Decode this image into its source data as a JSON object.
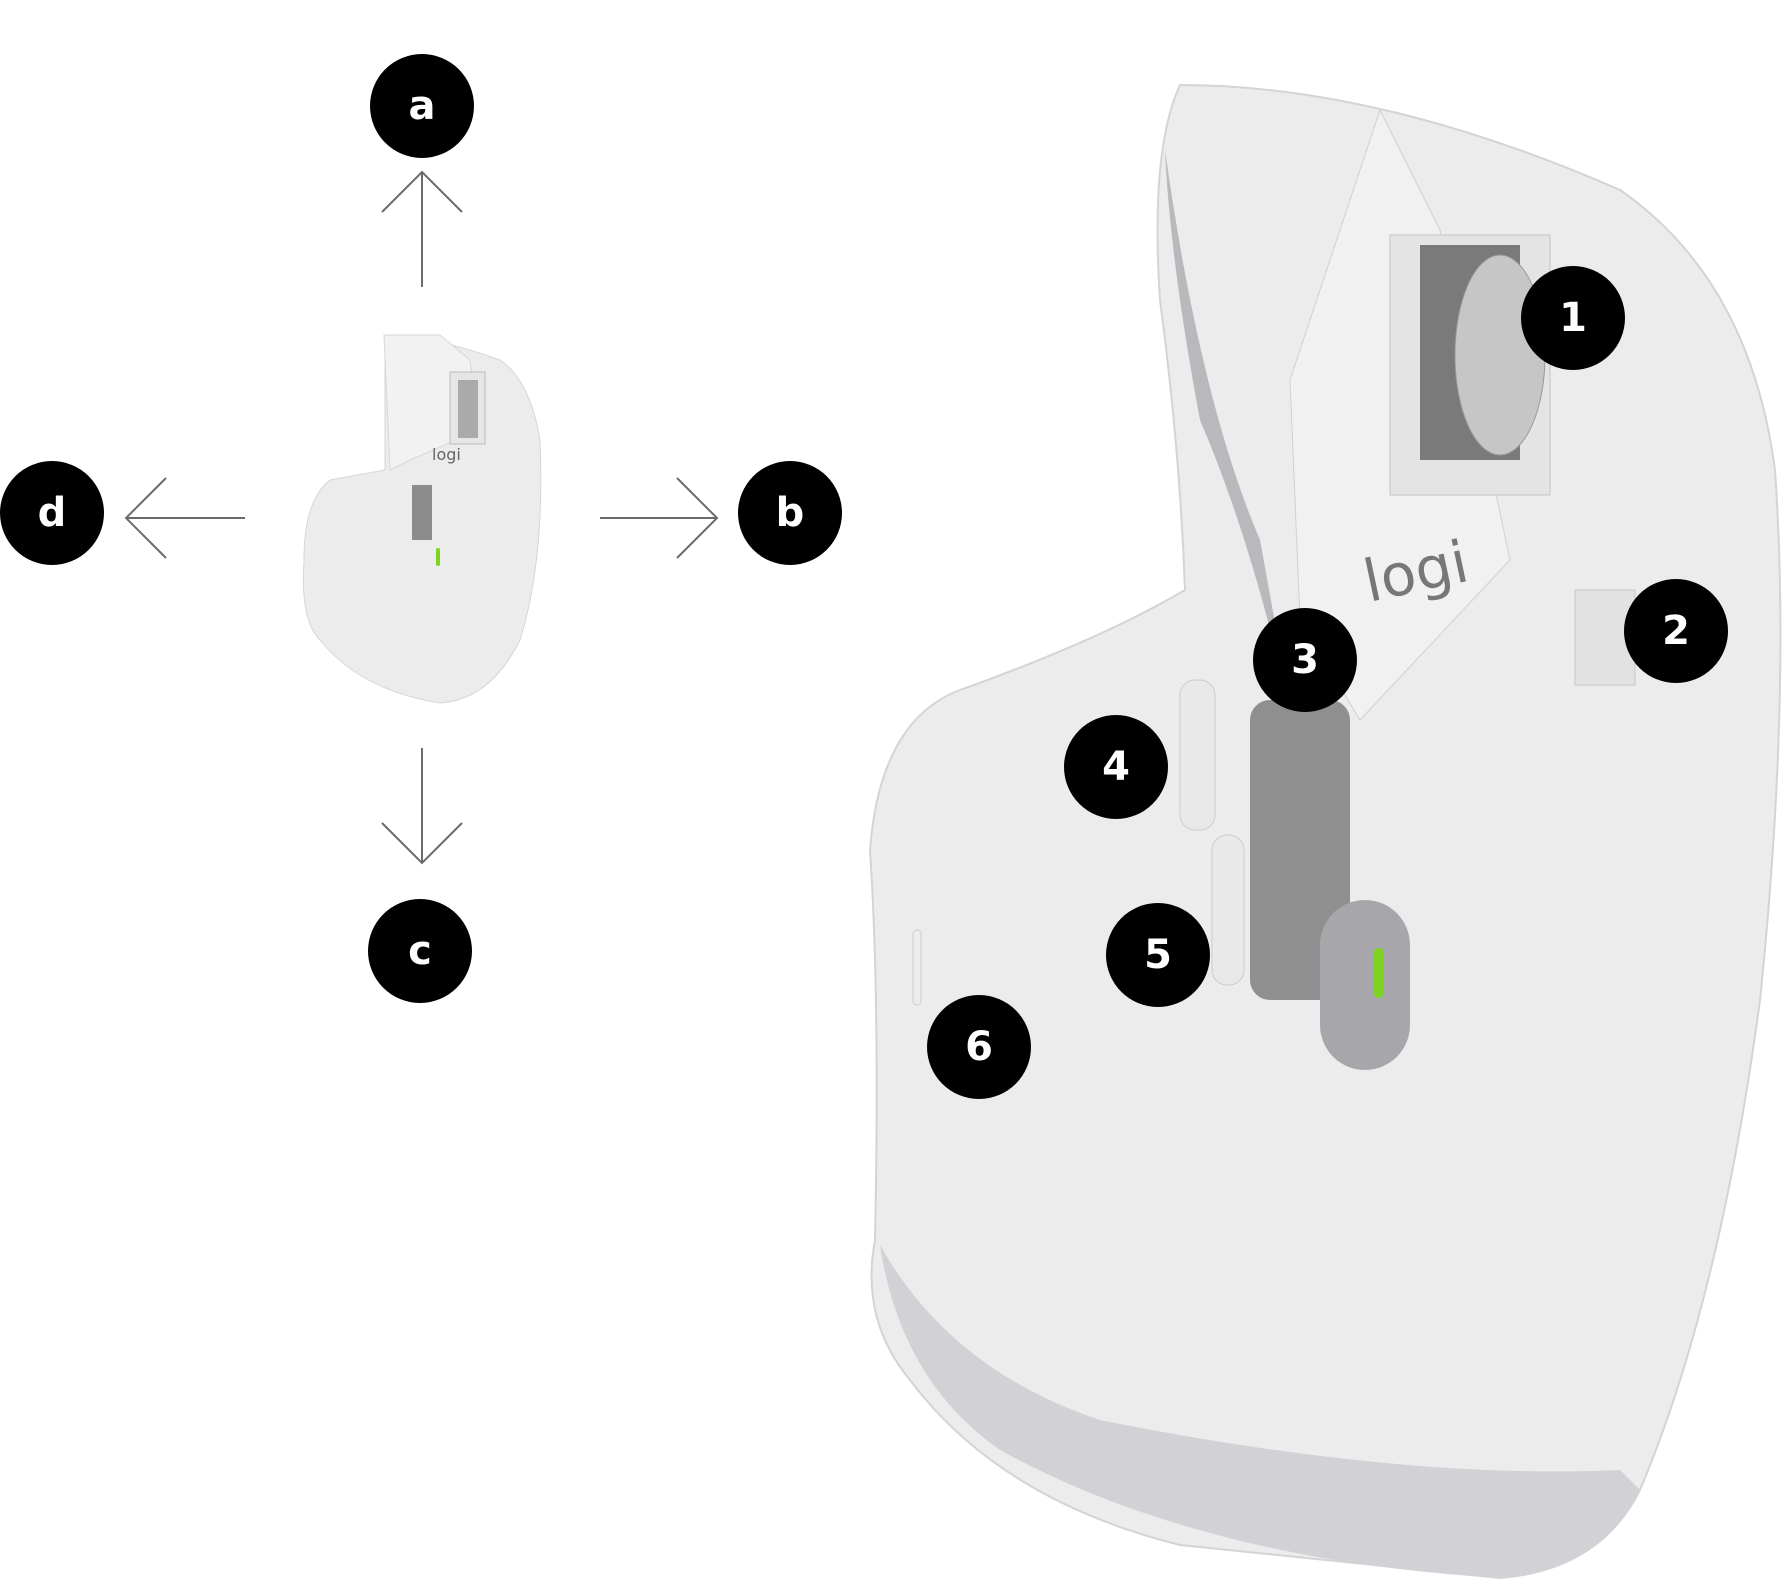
{
  "directions": {
    "up": "a",
    "right": "b",
    "down": "c",
    "left": "d"
  },
  "callouts": [
    "1",
    "2",
    "3",
    "4",
    "5",
    "6"
  ],
  "brand_logo": "logi",
  "colors": {
    "badge": "#000000",
    "mouse_body": "#ececec",
    "led": "#7ed321",
    "arrow": "#6b6b6b"
  }
}
